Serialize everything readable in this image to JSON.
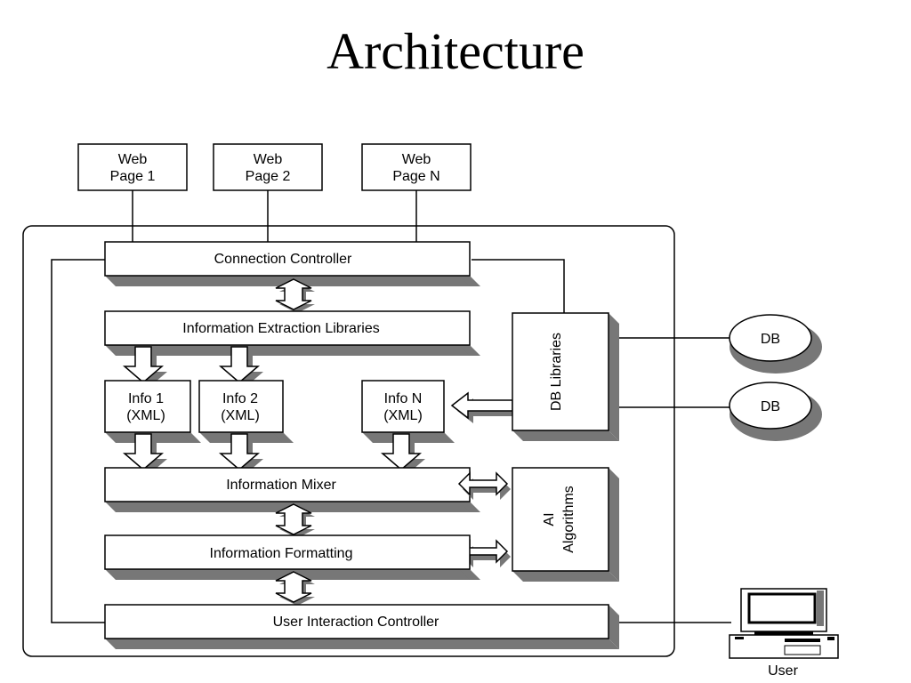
{
  "slide": {
    "title": "Architecture"
  },
  "web_pages": [
    {
      "line1": "Web",
      "line2": "Page 1"
    },
    {
      "line1": "Web",
      "line2": "Page 2"
    },
    {
      "line1": "Web",
      "line2": "Page N"
    }
  ],
  "layers": {
    "connection_controller": "Connection Controller",
    "extraction_libraries": "Information Extraction Libraries",
    "mixer": "Information Mixer",
    "formatting": "Information Formatting",
    "user_interaction": "User Interaction Controller"
  },
  "info_boxes": [
    {
      "line1": "Info 1",
      "line2": "(XML)"
    },
    {
      "line1": "Info 2",
      "line2": "(XML)"
    },
    {
      "line1": "Info N",
      "line2": "(XML)"
    }
  ],
  "db_libraries": "DB Libraries",
  "ai": {
    "line1": "AI",
    "line2": "Algorithms"
  },
  "databases": [
    "DB",
    "DB"
  ],
  "user": {
    "label": "User"
  },
  "colors": {
    "shadow": "#777777",
    "line": "#000000",
    "fill": "#ffffff"
  }
}
